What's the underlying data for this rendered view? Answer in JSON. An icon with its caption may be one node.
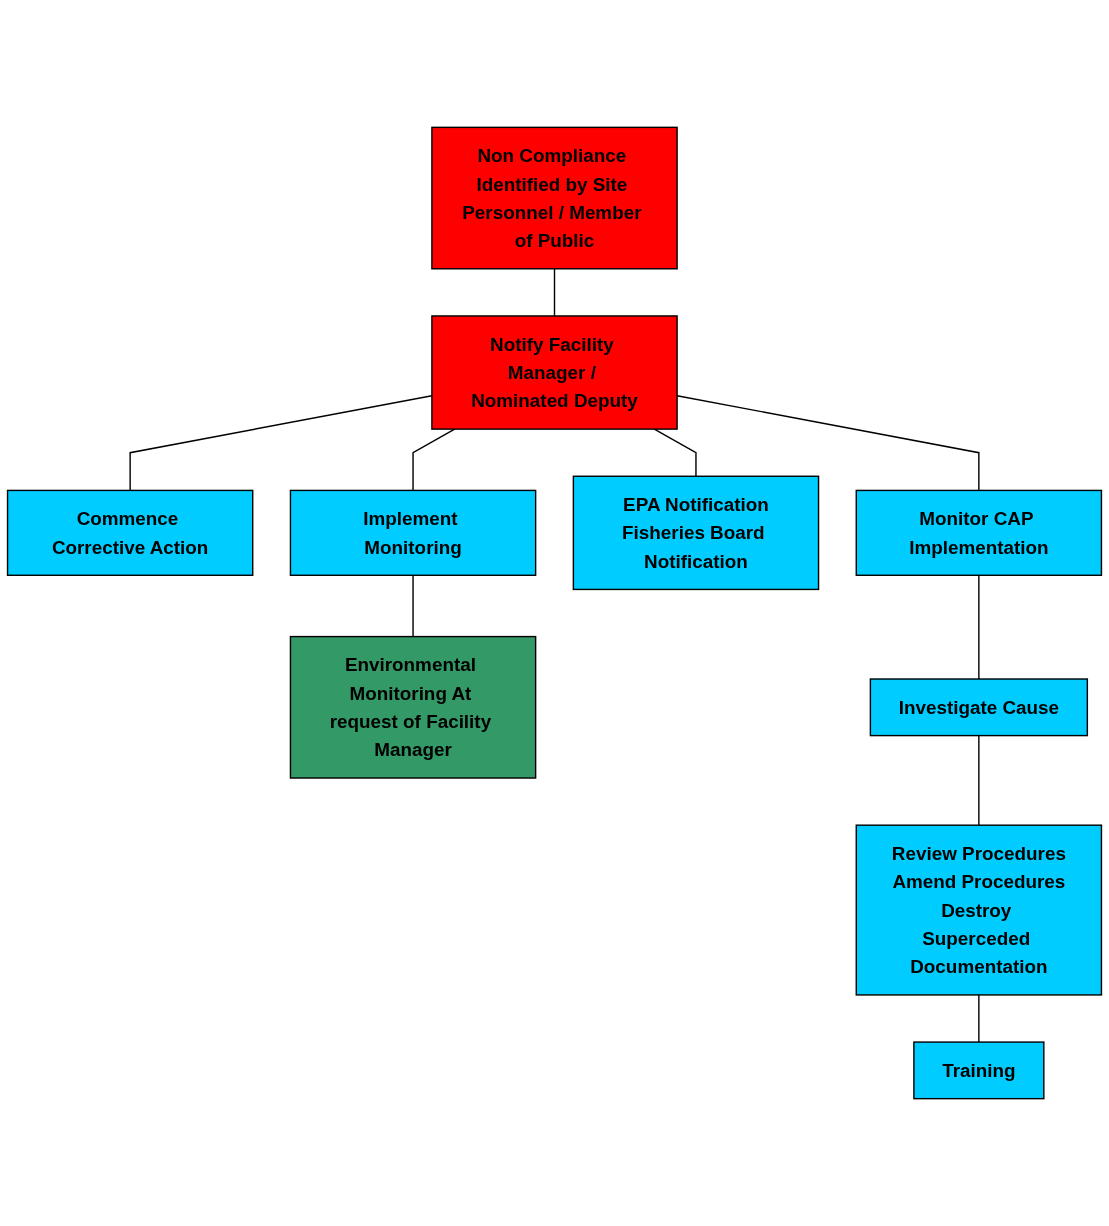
{
  "diagram": {
    "nodes": [
      {
        "text": [
          "Non Compliance Identified by Site Personnel / Member of Public"
        ]
      },
      {
        "text": [
          "Notify Facility Manager / Nominated Deputy"
        ]
      },
      {
        "text": [
          "Commence Corrective Action"
        ]
      },
      {
        "text": [
          "Implement Monitoring"
        ]
      },
      {
        "text": [
          "EPA Notification",
          "Fisheries Board Notification"
        ]
      },
      {
        "text": [
          "Environmental Monitoring At request of Facility Manager"
        ]
      },
      {
        "text": [
          "Monitor CAP Implementation"
        ]
      },
      {
        "text": [
          "Investigate Cause"
        ]
      },
      {
        "text": [
          "Review Procedures",
          "Amend Procedures",
          "Destroy Superceded Documentation"
        ]
      },
      {
        "text": [
          "Training"
        ]
      }
    ],
    "edges": [
      {
        "from": 0,
        "to": 1,
        "arrow": "none"
      },
      {
        "from": 1,
        "to": 2,
        "arrow": "none"
      },
      {
        "from": 1,
        "to": 3,
        "arrow": "none"
      },
      {
        "from": 1,
        "to": 4,
        "arrow": "none"
      },
      {
        "from": 1,
        "to": 6,
        "arrow": "none"
      },
      {
        "from": 3,
        "to": 5,
        "arrow": "none"
      },
      {
        "from": 6,
        "to": 7,
        "arrow": "none"
      },
      {
        "from": 7,
        "to": 8,
        "arrow": "none"
      },
      {
        "from": 8,
        "to": 9,
        "arrow": "none"
      }
    ]
  }
}
